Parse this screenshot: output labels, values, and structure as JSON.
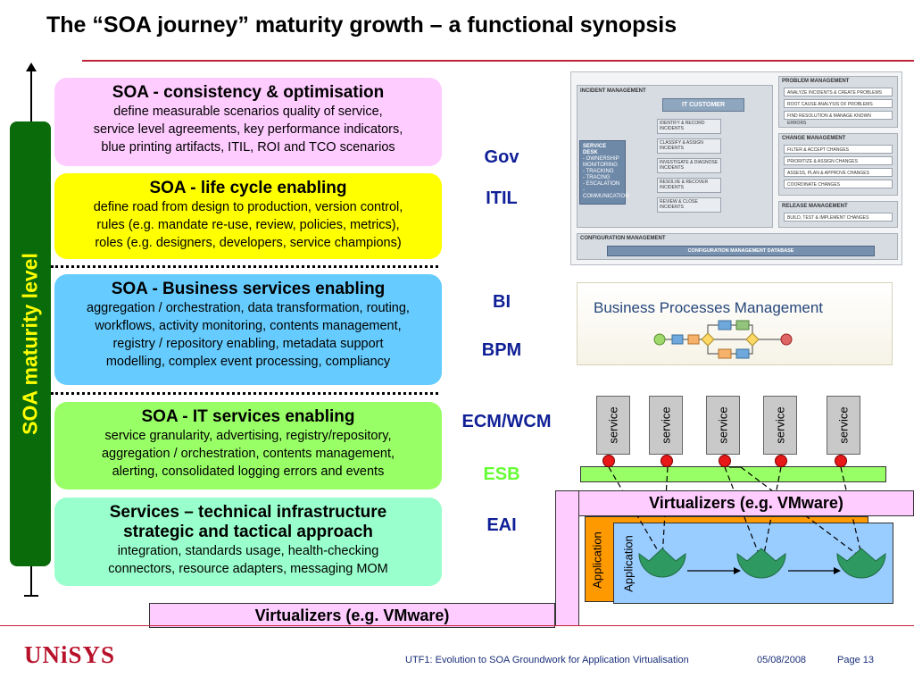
{
  "title": "The “SOA journey” maturity growth – a functional synopsis",
  "axis_label": "SOA  maturity level",
  "boxes": [
    {
      "title": "SOA - consistency & optimisation",
      "lines": [
        "define measurable scenarios quality of service,",
        "service level agreements, key performance indicators,",
        "blue printing artifacts, ITIL, ROI and TCO scenarios"
      ],
      "color": "#ffccff"
    },
    {
      "title": "SOA - life cycle enabling",
      "lines": [
        "define road from design to production, version control,",
        "rules (e.g. mandate re-use, review, policies, metrics),",
        "roles (e.g. designers, developers, service champions)"
      ],
      "color": "#ffff00"
    },
    {
      "title": "SOA - Business services enabling",
      "lines": [
        "aggregation / orchestration, data transformation, routing,",
        "workflows, activity monitoring, contents management,",
        "registry / repository enabling, metadata support",
        "modelling, complex event processing, compliancy"
      ],
      "color": "#66ccff"
    },
    {
      "title": "SOA - IT services enabling",
      "lines": [
        "service granularity, advertising, registry/repository,",
        "aggregation / orchestration, contents management,",
        "alerting, consolidated logging errors and events"
      ],
      "color": "#99ff66"
    },
    {
      "title_lines": [
        "Services – technical infrastructure",
        "strategic and tactical approach"
      ],
      "lines": [
        "integration, standards usage, health-checking",
        "connectors, resource adapters, messaging MOM"
      ],
      "color": "#99ffcc"
    }
  ],
  "side_labels": [
    {
      "text": "Gov",
      "color": "#0f1f96"
    },
    {
      "text": "ITIL",
      "color": "#0f1f96"
    },
    {
      "text": "BI",
      "color": "#0f1f96"
    },
    {
      "text": "BPM",
      "color": "#0f1f96"
    },
    {
      "text": "ECM/WCM",
      "color": "#0f1f96"
    },
    {
      "text": "ESB",
      "color": "#66ff33"
    },
    {
      "text": "EAI",
      "color": "#0f1f96"
    }
  ],
  "incident_diagram": {
    "incident_management": "INCIDENT MANAGEMENT",
    "it_customer": "IT CUSTOMER",
    "service_desk": "SERVICE DESK",
    "service_desk_items": [
      "- OWNERSHIP",
      "  MONITORING",
      "- TRACKING",
      "- TRACING",
      "- ESCALATION",
      "- COMMUNICATION"
    ],
    "steps": [
      "IDENTIFY & RECORD INCIDENTS",
      "CLASSIFY & ASSIGN INCIDENTS",
      "INVESTIGATE & DIAGNOSE INCIDENTS",
      "RESOLVE & RECOVER INCIDENTS",
      "REVIEW & CLOSE INCIDENTS"
    ],
    "problem_management": "PROBLEM MANAGEMENT",
    "problem_items": [
      "ANALYZE INCIDENTS & CREATE PROBLEMS",
      "ROOT CAUSE ANALYSIS OF PROBLEMS",
      "FIND RESOLUTION & MANAGE KNOWN ERRORS"
    ],
    "change_management": "CHANGE MANAGEMENT",
    "change_items": [
      "FILTER & ACCEPT CHANGES",
      "PRIORITIZE & ASSIGN CHANGES",
      "ASSESS, PLAN & APPROVE CHANGES",
      "COORDINATE CHANGES"
    ],
    "release_management": "RELEASE MANAGEMENT",
    "release_items": [
      "BUILD, TEST & IMPLEMENT CHANGES"
    ],
    "configuration_management": "CONFIGURATION MANAGEMENT",
    "cmdb": "CONFIGURATION MANAGEMENT DATABASE"
  },
  "bpm_image_title": "Business Processes Management",
  "services": [
    "service",
    "service",
    "service",
    "service",
    "service"
  ],
  "virtualizers_right": "Virtualizers (e.g. VMware)",
  "virtualizers_bottom": "Virtualizers (e.g. VMware)",
  "application_labels": [
    "Application",
    "Application"
  ],
  "footer": {
    "logo": "UNiSYS",
    "text": "UTF1: Evolution to SOA Groundwork for Application Virtualisation",
    "date": "05/08/2008",
    "page": "Page 13"
  }
}
